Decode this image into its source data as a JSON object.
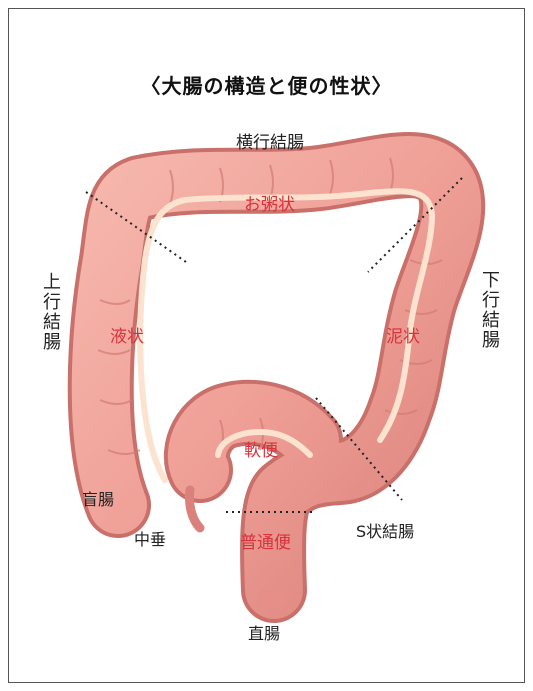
{
  "title": "〈大腸の構造と便の性状〉",
  "parts": {
    "transverse": "横行結腸",
    "ascending": "上行結腸",
    "descending": "下行結腸",
    "cecum": "盲腸",
    "appendix": "中垂",
    "sigmoid": "S状結腸",
    "rectum": "直腸"
  },
  "stool_states": {
    "gruel": "お粥状",
    "liquid": "液状",
    "muddy": "泥状",
    "soft": "軟便",
    "normal": "普通便"
  },
  "colors": {
    "colon_fill": "#f0a29a",
    "colon_shade": "#d97c76",
    "lumen_line": "#fbe3cf",
    "state_label": "#d8323c"
  }
}
